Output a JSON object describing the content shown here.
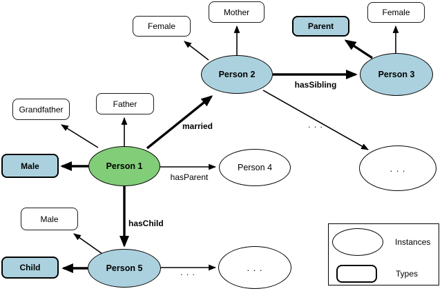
{
  "figure": "family-knowledge-graph",
  "colors": {
    "instance_highlight_green": "#82CD78",
    "highlight_blue": "#ACD1DE",
    "stroke_black": "#000000"
  },
  "nodes": {
    "person1": "Person 1",
    "person2": "Person 2",
    "person3": "Person 3",
    "person4": "Person 4",
    "person5": "Person 5",
    "more_mid": ". . .",
    "more_bottom": ". . ."
  },
  "types": {
    "grandfather": "Grandfather",
    "father": "Father",
    "mother": "Mother",
    "female_left": "Female",
    "female_right": "Female",
    "parent": "Parent",
    "male_highlight": "Male",
    "male_plain": "Male",
    "child": "Child"
  },
  "edges": {
    "married": "married",
    "has_sibling": "hasSibling",
    "has_parent": "hasParent",
    "has_child": "hasChild",
    "more_mid": ". . .",
    "more_bottom": ". . ."
  },
  "legend": {
    "instances": "Instances",
    "types": "Types"
  }
}
